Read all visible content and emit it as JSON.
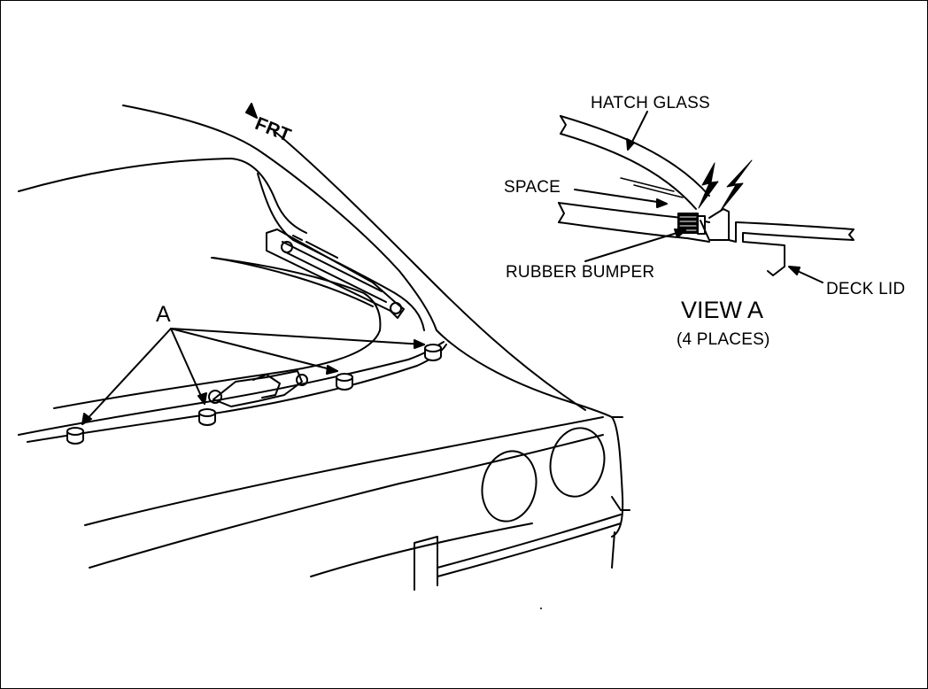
{
  "labels": {
    "front": "FRT",
    "a": "A",
    "hatch_glass": "HATCH GLASS",
    "space": "SPACE",
    "rubber_bumper": "RUBBER BUMPER",
    "deck_lid": "DECK LID",
    "view_a": "VIEW A",
    "places": "(4 PLACES)"
  },
  "colors": {
    "ink": "#000000",
    "paper": "#ffffff"
  }
}
